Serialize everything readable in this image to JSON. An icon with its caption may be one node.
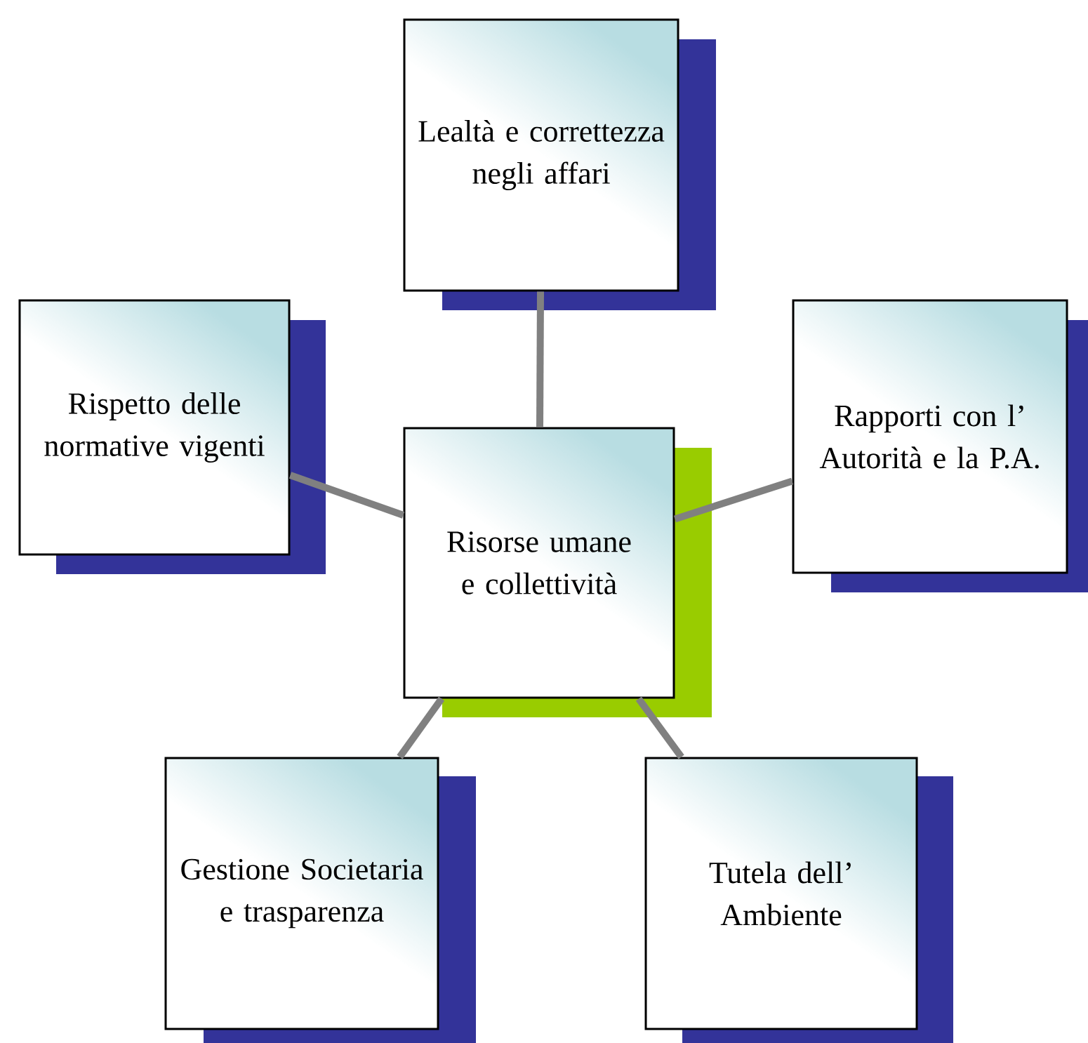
{
  "diagram": {
    "nodes": [
      {
        "text": [
          "Lealtà e correttezza negli affari"
        ]
      },
      {
        "text": [
          "Rispetto delle normative vigenti"
        ]
      },
      {
        "text": [
          "Risorse umane e collettività"
        ]
      },
      {
        "text": [
          "Rapporti con l’ Autorità e la P.A."
        ]
      },
      {
        "text": [
          "Gestione Societaria e trasparenza"
        ]
      },
      {
        "text": [
          "Tutela dell’ Ambiente"
        ]
      }
    ],
    "edges": [
      {
        "from": 2,
        "to": 0,
        "arrow": "none"
      },
      {
        "from": 2,
        "to": 1,
        "arrow": "none"
      },
      {
        "from": 2,
        "to": 3,
        "arrow": "none"
      },
      {
        "from": 2,
        "to": 4,
        "arrow": "none"
      },
      {
        "from": 2,
        "to": 5,
        "arrow": "none"
      }
    ]
  }
}
